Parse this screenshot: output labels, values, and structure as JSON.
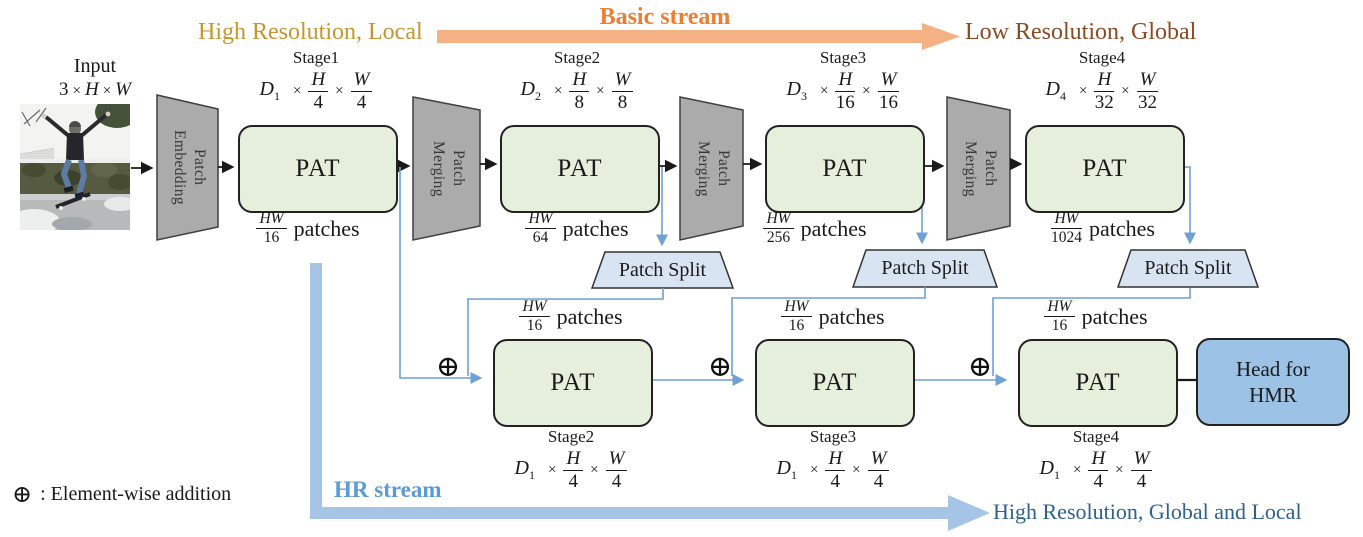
{
  "colors": {
    "gold": "#c6952f",
    "orange_dark": "#ed7d31",
    "orange_light": "#f4b183",
    "brown": "#8a4a22",
    "green_fill": "#e5efdb",
    "green_stroke": "#222222",
    "gray_fill": "#ababab",
    "gray_stroke": "#3f3f3f",
    "gray_text": "#383838",
    "split_fill": "#d9e4f2",
    "head_fill": "#9cc3e5",
    "hr_bar": "#a6c5e6",
    "hr_text": "#5b9bd5",
    "hr_dark_text": "#2b608f",
    "line_blue": "#6fa0d6",
    "ink": "#1a1a1a"
  },
  "symbols": {
    "times": "×",
    "oplus": "⊕"
  },
  "header": {
    "high_res_local": "High Resolution, Local",
    "basic_stream": "Basic stream",
    "low_res_global": "Low Resolution, Global"
  },
  "input": {
    "title": "Input",
    "c": "3",
    "h": "H",
    "w": "W"
  },
  "blocks": {
    "patch_embedding": {
      "line1": "Patch",
      "line2": "Embedding"
    },
    "patch_merging": {
      "line1": "Patch",
      "line2": "Merging"
    },
    "pat": "PAT",
    "patch_split": "Patch Split",
    "head": {
      "line1": "Head for",
      "line2": "HMR"
    }
  },
  "top_stages": [
    {
      "title": "Stage1",
      "d": "D",
      "dsub": "1",
      "f1n": "H",
      "f1d": "4",
      "f2n": "W",
      "f2d": "4",
      "patches_num": "HW",
      "patches_den": "16",
      "patches_word": "patches"
    },
    {
      "title": "Stage2",
      "d": "D",
      "dsub": "2",
      "f1n": "H",
      "f1d": "8",
      "f2n": "W",
      "f2d": "8",
      "patches_num": "HW",
      "patches_den": "64",
      "patches_word": "patches"
    },
    {
      "title": "Stage3",
      "d": "D",
      "dsub": "3",
      "f1n": "H",
      "f1d": "16",
      "f2n": "W",
      "f2d": "16",
      "patches_num": "HW",
      "patches_den": "256",
      "patches_word": "patches"
    },
    {
      "title": "Stage4",
      "d": "D",
      "dsub": "4",
      "f1n": "H",
      "f1d": "32",
      "f2n": "W",
      "f2d": "32",
      "patches_num": "HW",
      "patches_den": "1024",
      "patches_word": "patches"
    }
  ],
  "bottom_stages": [
    {
      "title": "Stage2",
      "d": "D",
      "dsub": "1",
      "f1n": "H",
      "f1d": "4",
      "f2n": "W",
      "f2d": "4",
      "patches_num": "HW",
      "patches_den": "16",
      "patches_word": "patches"
    },
    {
      "title": "Stage3",
      "d": "D",
      "dsub": "1",
      "f1n": "H",
      "f1d": "4",
      "f2n": "W",
      "f2d": "4",
      "patches_num": "HW",
      "patches_den": "16",
      "patches_word": "patches"
    },
    {
      "title": "Stage4",
      "d": "D",
      "dsub": "1",
      "f1n": "H",
      "f1d": "4",
      "f2n": "W",
      "f2d": "4",
      "patches_num": "HW",
      "patches_den": "16",
      "patches_word": "patches"
    }
  ],
  "legend": {
    "symbol": "⊕",
    "text": ": Element-wise addition"
  },
  "streams": {
    "hr_label": "HR stream",
    "hr_result": "High Resolution, Global and Local"
  }
}
